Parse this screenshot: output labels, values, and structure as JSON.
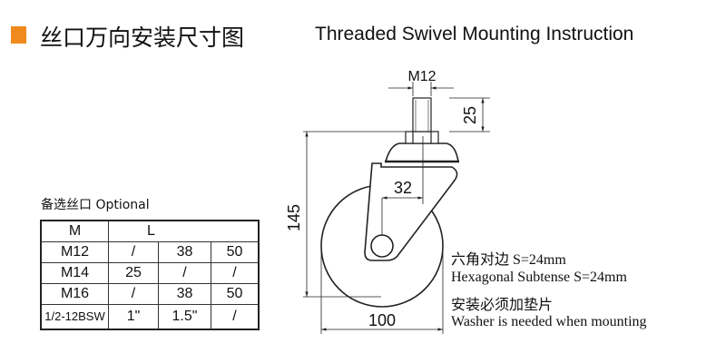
{
  "title": {
    "cn": "丝口万向安装尺寸图",
    "en": "Threaded Swivel Mounting Instruction",
    "accent": "#f08a1c"
  },
  "table": {
    "caption": "备选丝口 Optional",
    "headers": [
      "M",
      "L"
    ],
    "rows": [
      [
        "M12",
        "/",
        "38",
        "50"
      ],
      [
        "M14",
        "25",
        "/",
        "/"
      ],
      [
        "M16",
        "/",
        "38",
        "50"
      ],
      [
        "1/2-12BSW",
        "1\"",
        "1.5\"",
        "/"
      ]
    ]
  },
  "dimensions": {
    "thread": "M12",
    "stem_length": "25",
    "height": "145",
    "offset": "32",
    "wheel_diameter": "100"
  },
  "notes": [
    "六角对边 S=24mm",
    "Hexagonal Subtense S=24mm",
    "安装必须加垫片",
    "Washer is needed when mounting"
  ]
}
